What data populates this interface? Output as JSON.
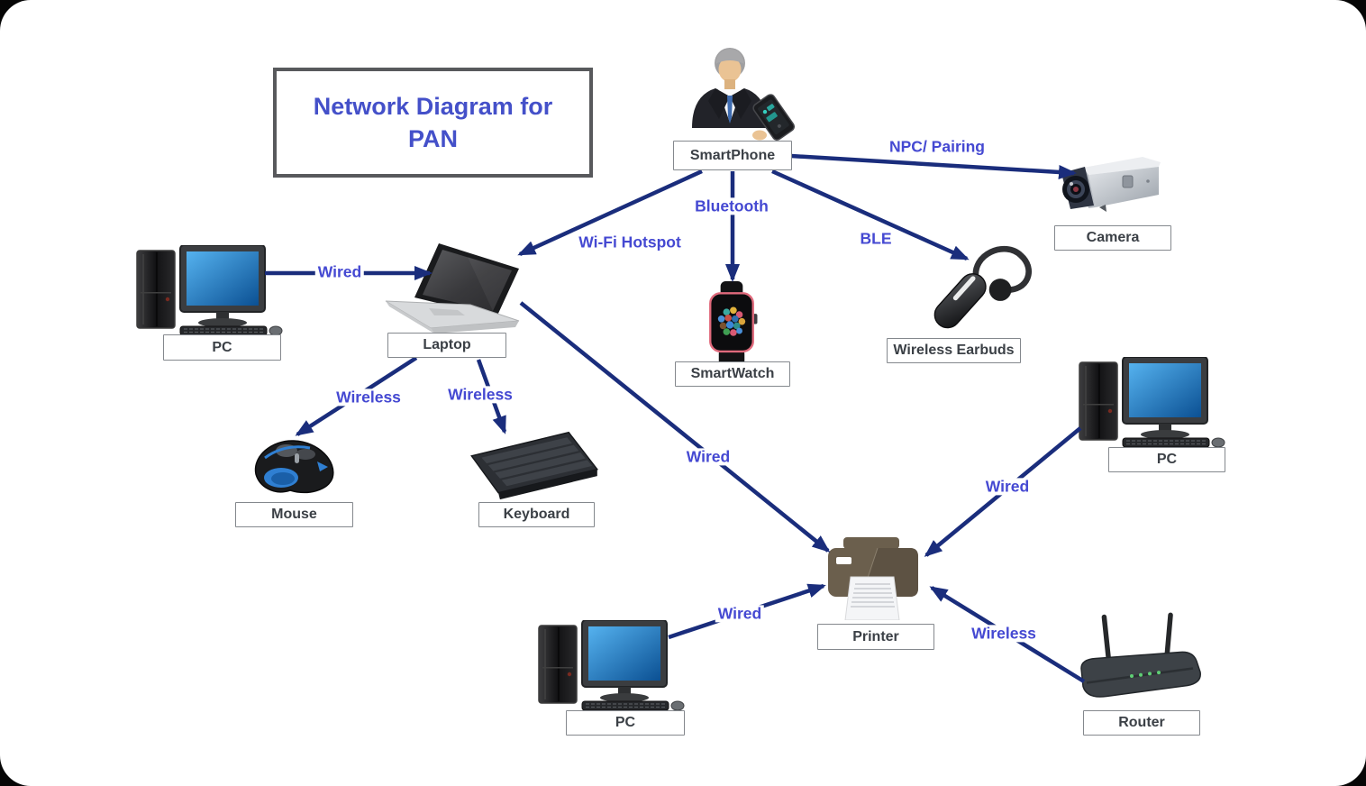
{
  "title": {
    "text": "Network Diagram for PAN"
  },
  "nodes": {
    "smartphone": {
      "label": "SmartPhone",
      "icon": "person-with-smartphone-icon"
    },
    "camera": {
      "label": "Camera",
      "icon": "cctv-camera-icon"
    },
    "wireless_earbuds": {
      "label": "Wireless Earbuds",
      "icon": "bluetooth-headset-icon"
    },
    "smartwatch": {
      "label": "SmartWatch",
      "icon": "smartwatch-icon"
    },
    "laptop": {
      "label": "Laptop",
      "icon": "laptop-icon"
    },
    "pc_left": {
      "label": "PC",
      "icon": "desktop-pc-icon"
    },
    "mouse": {
      "label": "Mouse",
      "icon": "mouse-icon"
    },
    "keyboard": {
      "label": "Keyboard",
      "icon": "keyboard-icon"
    },
    "printer": {
      "label": "Printer",
      "icon": "printer-icon"
    },
    "pc_right": {
      "label": "PC",
      "icon": "desktop-pc-icon"
    },
    "pc_bottom": {
      "label": "PC",
      "icon": "desktop-pc-icon"
    },
    "router": {
      "label": "Router",
      "icon": "router-icon"
    }
  },
  "edges": {
    "smartphone_camera": {
      "from": "SmartPhone",
      "to": "Camera",
      "label": "NPC/ Pairing"
    },
    "smartphone_smartwatch": {
      "from": "SmartPhone",
      "to": "SmartWatch",
      "label": "Bluetooth"
    },
    "smartphone_earbuds": {
      "from": "SmartPhone",
      "to": "Wireless Earbuds",
      "label": "BLE"
    },
    "smartphone_laptop": {
      "from": "SmartPhone",
      "to": "Laptop",
      "label": "Wi-Fi Hotspot"
    },
    "pc_left_laptop": {
      "from": "PC",
      "to": "Laptop",
      "label": "Wired"
    },
    "laptop_mouse": {
      "from": "Laptop",
      "to": "Mouse",
      "label": "Wireless"
    },
    "laptop_keyboard": {
      "from": "Laptop",
      "to": "Keyboard",
      "label": "Wireless"
    },
    "laptop_printer": {
      "from": "Laptop",
      "to": "Printer",
      "label": "Wired"
    },
    "pc_bottom_printer": {
      "from": "PC",
      "to": "Printer",
      "label": "Wired"
    },
    "pc_right_printer": {
      "from": "PC",
      "to": "Printer",
      "label": "Wired"
    },
    "router_printer": {
      "from": "Router",
      "to": "Printer",
      "label": "Wireless"
    }
  },
  "colors": {
    "page_background": "#060606",
    "canvas_background": "#ffffff",
    "arrow": "#1a2d7c",
    "edge_label_text": "#4549d2",
    "title_text": "#4450c9",
    "title_border": "#58595c",
    "node_label_text": "#3b4046",
    "node_label_border": "#84888d",
    "router_led": "#5fcf74",
    "monitor_screen": "#1e7fc4"
  }
}
